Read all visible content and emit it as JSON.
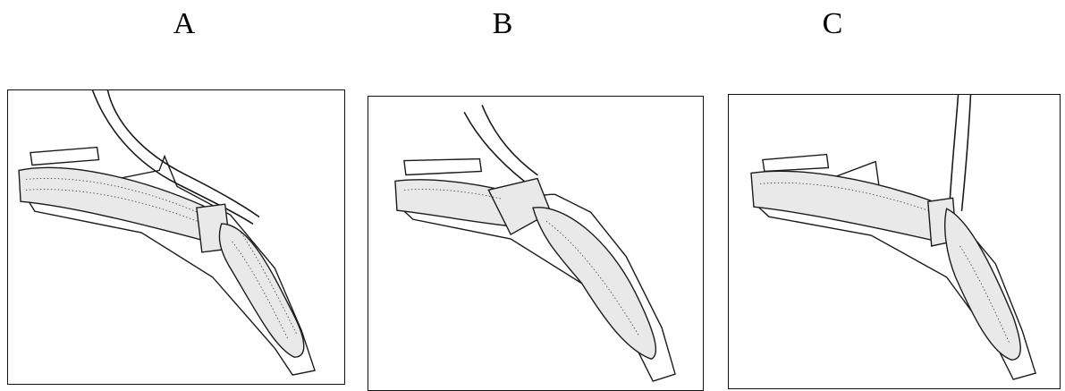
{
  "figure": {
    "labels": [
      "A",
      "B",
      "C"
    ]
  }
}
